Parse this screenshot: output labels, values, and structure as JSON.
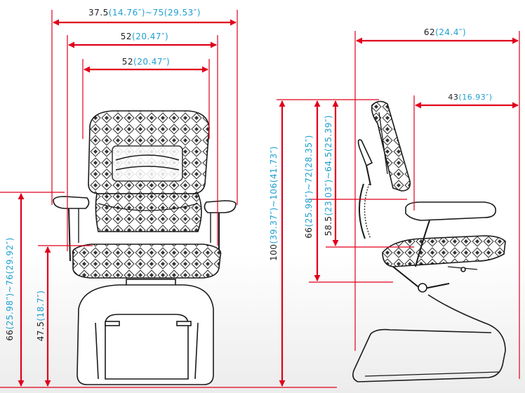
{
  "colors": {
    "dimension_line": "#e0001b",
    "label_black": "#222222",
    "label_blue": "#1ea0d0",
    "outline": "#1a1a1a"
  },
  "front_view": {
    "width_overall": {
      "metric": "37.5",
      "imperial": "(14.76″)~75(29.53″)"
    },
    "width_seat": {
      "metric": "52",
      "imperial": "(20.47″)"
    },
    "width_back": {
      "metric": "52",
      "imperial": "(20.47″)"
    },
    "height_armrest": {
      "metric": "66",
      "imperial": "(25.98″)~76(29.92″)"
    },
    "height_seat": {
      "metric": "47.5",
      "imperial": "(18.7″)"
    }
  },
  "side_view": {
    "depth_overall": {
      "metric": "62",
      "imperial": "(24.4″)"
    },
    "depth_seat": {
      "metric": "43",
      "imperial": "(16.93″)"
    },
    "height_overall": {
      "metric": "100",
      "imperial": "(39.37″)~106(41.73″)"
    },
    "height_armrest": {
      "metric": "66",
      "imperial": "(25.98″)~72(28.35″)"
    },
    "height_back": {
      "metric": "58.5",
      "imperial": "(23.03″)~64.5(25.39″)"
    }
  }
}
